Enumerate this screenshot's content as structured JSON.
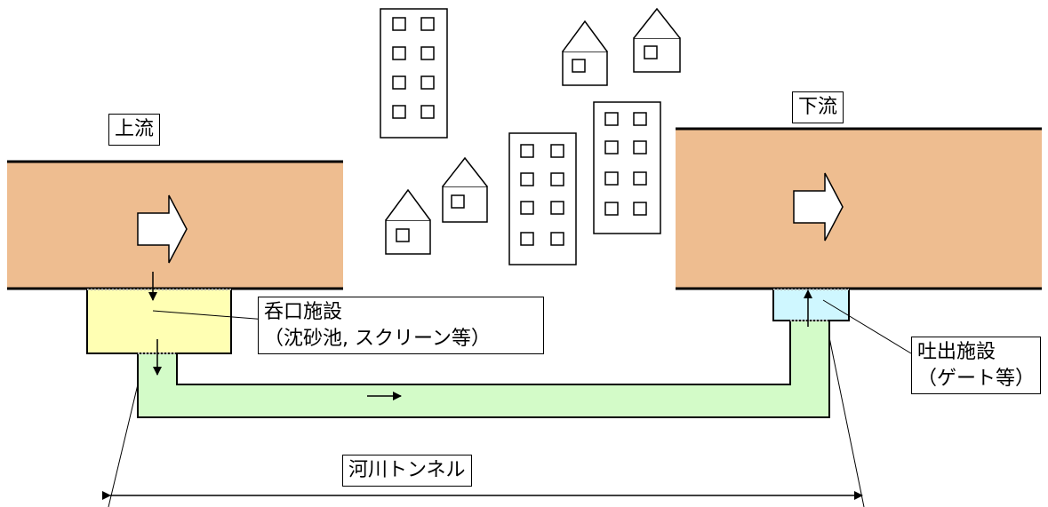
{
  "labels": {
    "upstream": "上流",
    "downstream": "下流",
    "intake_line1": "呑口施設",
    "intake_line2": "（沈砂池, スクリーン等）",
    "outlet_line1": "吐出施設",
    "outlet_line2": "（ゲート等）",
    "tunnel": "河川トンネル"
  },
  "colors": {
    "river": "#eebd90",
    "intake": "#ffffb3",
    "outlet": "#cff7ff",
    "tunnel": "#d3fbc8",
    "line": "#000000"
  }
}
